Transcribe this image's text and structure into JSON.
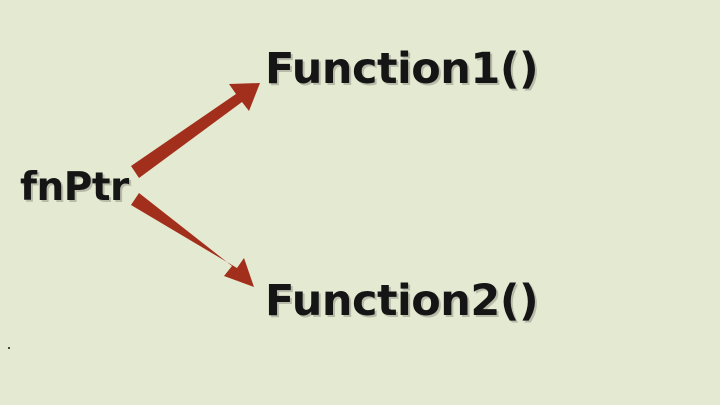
{
  "diagram": {
    "source_label": "fnPtr",
    "targets": [
      {
        "label": "Function1()"
      },
      {
        "label": "Function2()"
      }
    ]
  },
  "colors": {
    "background": "#e4e9d1",
    "arrow": "#a22f1b",
    "text": "#151515",
    "text_shadow": "#b9bba9"
  }
}
